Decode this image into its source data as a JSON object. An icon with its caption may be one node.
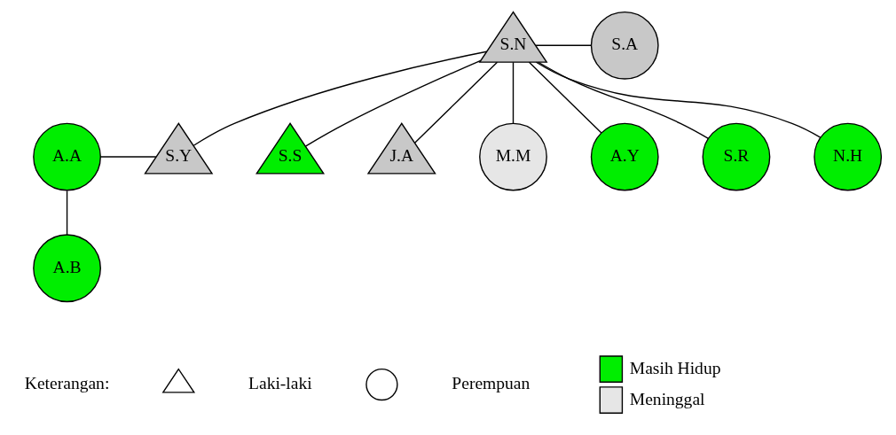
{
  "diagram": {
    "nodes": [
      {
        "text": [
          "S.N"
        ]
      },
      {
        "text": [
          "S.A"
        ]
      },
      {
        "text": [
          "A.A"
        ]
      },
      {
        "text": [
          "S.Y"
        ]
      },
      {
        "text": [
          "A.B"
        ]
      },
      {
        "text": [
          "S.S"
        ]
      },
      {
        "text": [
          "J.A"
        ]
      },
      {
        "text": [
          "M.M"
        ]
      },
      {
        "text": [
          "A.Y"
        ]
      },
      {
        "text": [
          "S.R"
        ]
      },
      {
        "text": [
          "N.H"
        ]
      },
      {
        "text": [],
        "shape": "triangle"
      },
      {
        "text": [],
        "shape": "circle"
      }
    ],
    "edges": [
      {
        "from": 0,
        "to": 1,
        "arrow": "none"
      },
      {
        "from": 0,
        "to": 3,
        "arrow": "none"
      },
      {
        "from": 0,
        "to": 5,
        "arrow": "none"
      },
      {
        "from": 0,
        "to": 6,
        "arrow": "none"
      },
      {
        "from": 0,
        "to": 7,
        "arrow": "none"
      },
      {
        "from": 0,
        "to": 8,
        "arrow": "none"
      },
      {
        "from": 0,
        "to": 9,
        "arrow": "none"
      },
      {
        "from": 0,
        "to": 10,
        "arrow": "none"
      },
      {
        "from": 2,
        "to": 3,
        "arrow": "none"
      },
      {
        "from": 2,
        "to": 4,
        "arrow": "none"
      }
    ],
    "labels": [
      "Keterangan:"
    ],
    "legend": [
      {
        "text": "Laki-laki"
      },
      {
        "text": "Perempuan"
      },
      {
        "text": "Masih Hidup",
        "color": "#00ee00"
      },
      {
        "text": "Meninggal",
        "color": "#e6e6e6"
      }
    ]
  }
}
